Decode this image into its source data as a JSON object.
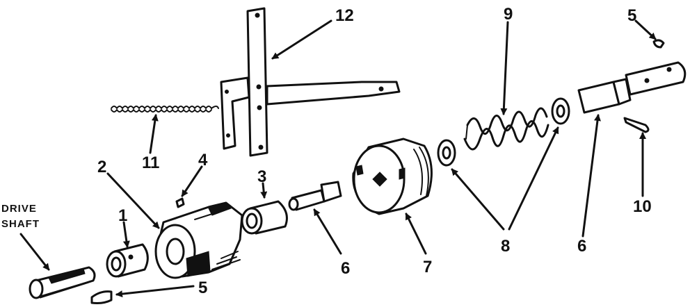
{
  "labels": {
    "drive_shaft_line1": "DRIVE",
    "drive_shaft_line2": "SHAFT",
    "callout_1": "1",
    "callout_2": "2",
    "callout_3": "3",
    "callout_4": "4",
    "callout_5_bottom": "5",
    "callout_5_top": "5",
    "callout_6_left": "6",
    "callout_6_right": "6",
    "callout_7": "7",
    "callout_8": "8",
    "callout_9": "9",
    "callout_10": "10",
    "callout_11": "11",
    "callout_12": "12"
  }
}
